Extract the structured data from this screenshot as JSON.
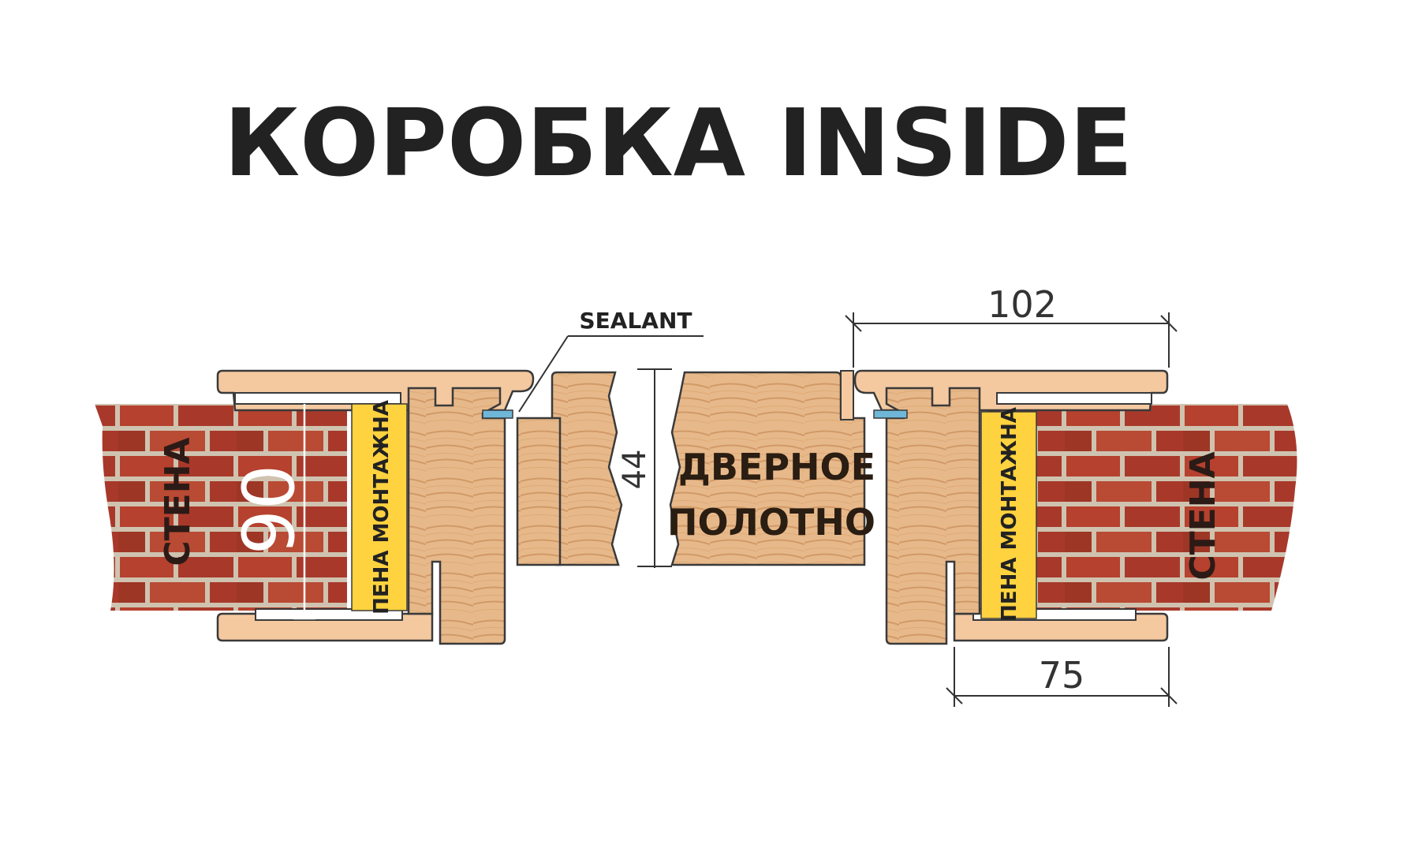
{
  "title": "КОРОБКА INSIDE",
  "labels": {
    "wall_left": "СТЕНА",
    "wall_right": "СТЕНА",
    "foam_left": "ПЕНА МОНТАЖНА",
    "foam_right": "ПЕНА МОНТАЖНА",
    "door_leaf_line1": "ДВЕРНОЕ",
    "door_leaf_line2": "ПОЛОТНО",
    "sealant": "SEALANT"
  },
  "dimensions": {
    "frame_depth": "90",
    "leaf_thickness": "44",
    "casing_width": "102",
    "extension_width": "75"
  },
  "colors": {
    "brick": "#b5412e",
    "mortar": "#cfc3b0",
    "wood": "#e7b98a",
    "wood_grain": "#c98f5a",
    "trim": "#f4c9a0",
    "foam": "#ffd23f",
    "outline": "#3a3a3a",
    "sealant": "#6fb7d8"
  }
}
